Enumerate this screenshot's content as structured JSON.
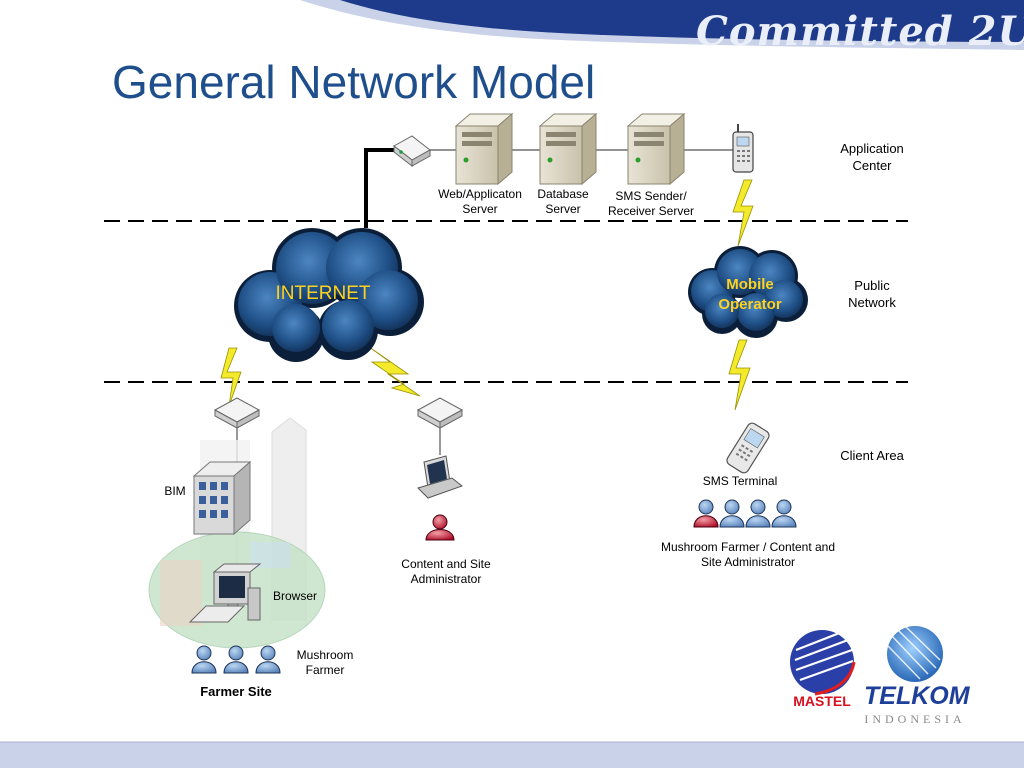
{
  "slide": {
    "title": "General Network Model",
    "brand_text": "Committed 2U"
  },
  "zones": {
    "application_center": "Application Center",
    "public_network": "Public Network",
    "client_area": "Client Area"
  },
  "servers": {
    "web": "Web/Applicaton Server",
    "database": "Database Server",
    "sms": "SMS Sender/ Receiver Server"
  },
  "clouds": {
    "internet": "INTERNET",
    "mobile": "Mobile Operator"
  },
  "client": {
    "bim": "BIM",
    "browser": "Browser",
    "mushroom_farmer": "Mushroom Farmer",
    "farmer_site": "Farmer Site",
    "content_admin": "Content and Site Administrator",
    "sms_terminal": "SMS Terminal",
    "mushroom_farmer_admin": "Mushroom Farmer / Content and Site Administrator"
  },
  "logos": {
    "mastel": "MASTEL",
    "telkom": "TELKOM",
    "indonesia": "INDONESIA"
  },
  "colors": {
    "title": "#1f4e8c",
    "banner": "#1e3a8a",
    "cloud": "#143a6b",
    "lightning": "#f2ea2b",
    "cloud_text": "#ffd21f"
  }
}
